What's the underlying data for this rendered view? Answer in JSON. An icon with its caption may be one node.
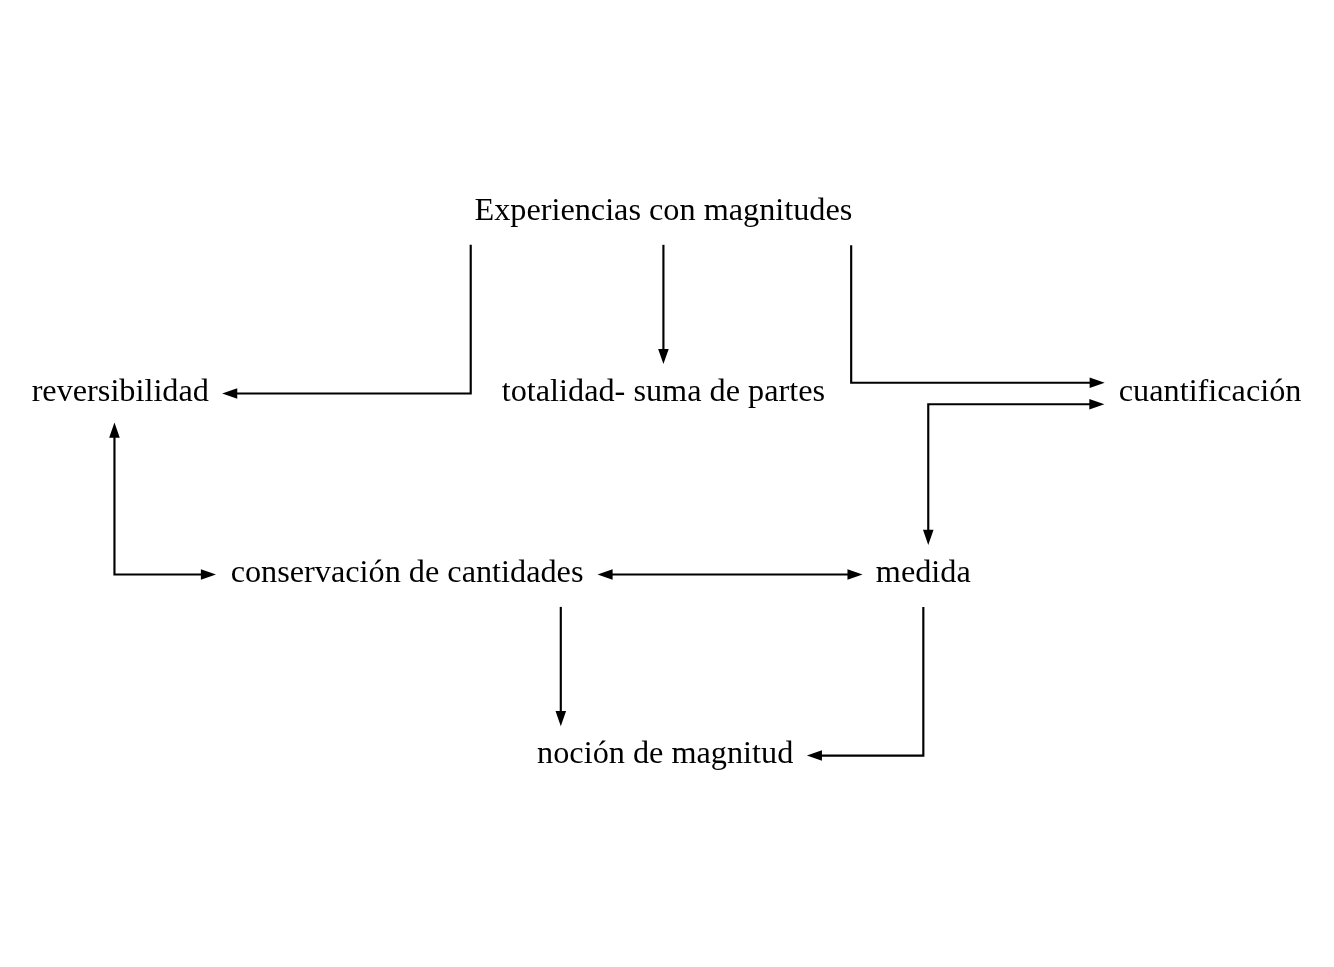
{
  "diagram": {
    "nodes": [
      {
        "text": [
          "Experiencias con magnitudes"
        ]
      },
      {
        "text": [
          "reversibilidad"
        ]
      },
      {
        "text": [
          "totalidad- suma de partes"
        ]
      },
      {
        "text": [
          "cuantificación"
        ]
      },
      {
        "text": [
          "conservación de cantidades"
        ]
      },
      {
        "text": [
          "medida"
        ]
      },
      {
        "text": [
          "noción de magnitud"
        ]
      }
    ],
    "edges": [
      {
        "from": 0,
        "to": 1,
        "arrow": "to"
      },
      {
        "from": 0,
        "to": 2,
        "arrow": "to"
      },
      {
        "from": 0,
        "to": 3,
        "arrow": "to"
      },
      {
        "from": 1,
        "to": 4,
        "arrow": "both"
      },
      {
        "from": 3,
        "to": 5,
        "arrow": "both"
      },
      {
        "from": 4,
        "to": 5,
        "arrow": "both"
      },
      {
        "from": 4,
        "to": 6,
        "arrow": "to"
      },
      {
        "from": 5,
        "to": 6,
        "arrow": "to"
      }
    ]
  }
}
